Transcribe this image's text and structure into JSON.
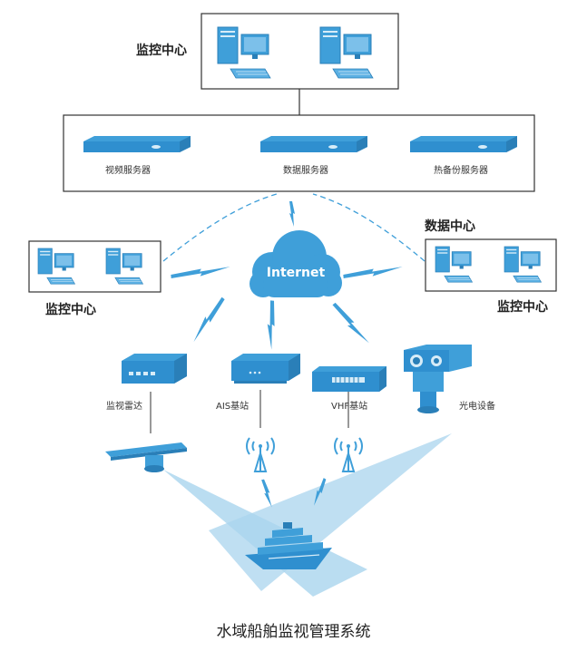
{
  "monitoring_center_top": {
    "label": "监控中心"
  },
  "servers": [
    {
      "label": "视频服务器"
    },
    {
      "label": "数据服务器"
    },
    {
      "label": "热备份服务器"
    }
  ],
  "internet": {
    "label": "Internet"
  },
  "left_center": {
    "label": "监控中心"
  },
  "right_center": {
    "title": "数据中心",
    "label": "监控中心"
  },
  "devices": [
    {
      "label": "监视雷达"
    },
    {
      "label": "AIS基站"
    },
    {
      "label": "VHF基站"
    },
    {
      "label": "光电设备"
    }
  ],
  "caption": "水域船舶监视管理系统",
  "colors": {
    "primary_blue": "#3f9fd9",
    "dark_blue": "#2a7fb8",
    "light_blue": "#a9d4ee",
    "border": "#333333"
  }
}
